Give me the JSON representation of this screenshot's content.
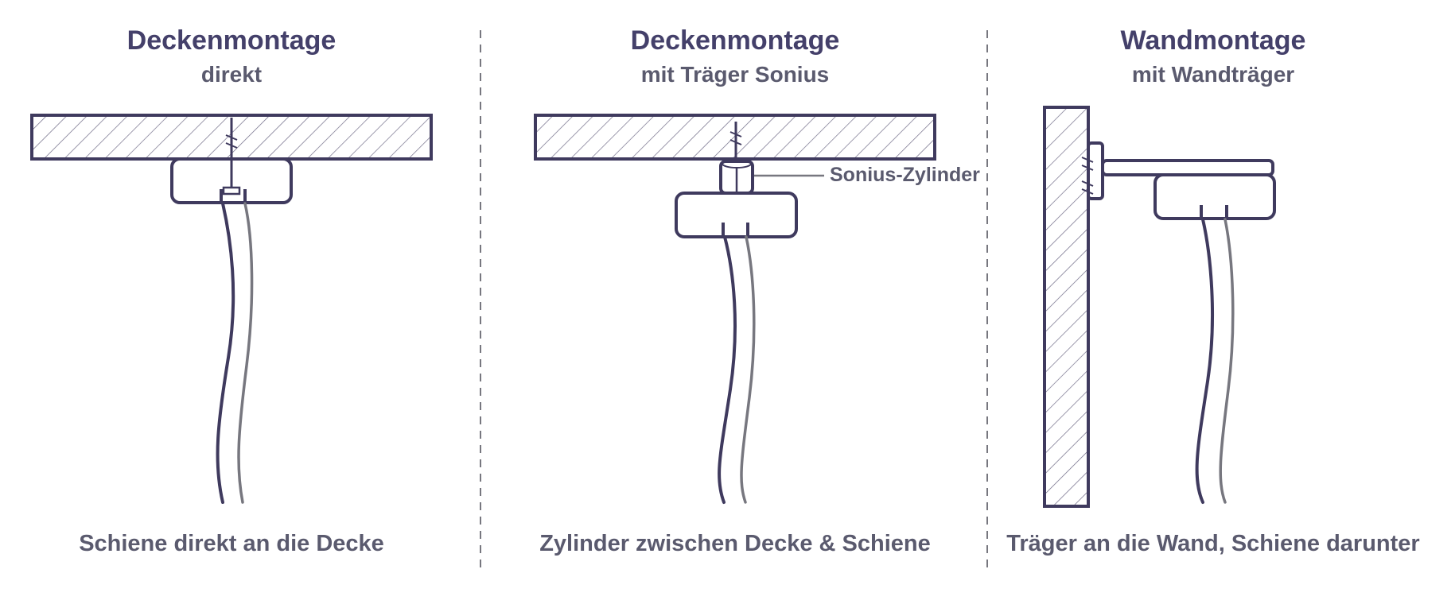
{
  "panels": [
    {
      "title": "Deckenmontage",
      "subtitle": "direkt",
      "caption": "Schiene direkt an die Decke"
    },
    {
      "title": "Deckenmontage",
      "subtitle": "mit Träger Sonius",
      "caption": "Zylinder zwischen Decke & Schiene",
      "callout": "Sonius-Zylinder"
    },
    {
      "title": "Wandmontage",
      "subtitle": "mit Wandträger",
      "caption": "Träger an die Wand, Schiene darunter"
    }
  ],
  "colors": {
    "primary": "#3f3a5e",
    "secondary": "#77777f",
    "divider": "#77777f",
    "title": "#44406a",
    "text": "#5a5a6e"
  }
}
